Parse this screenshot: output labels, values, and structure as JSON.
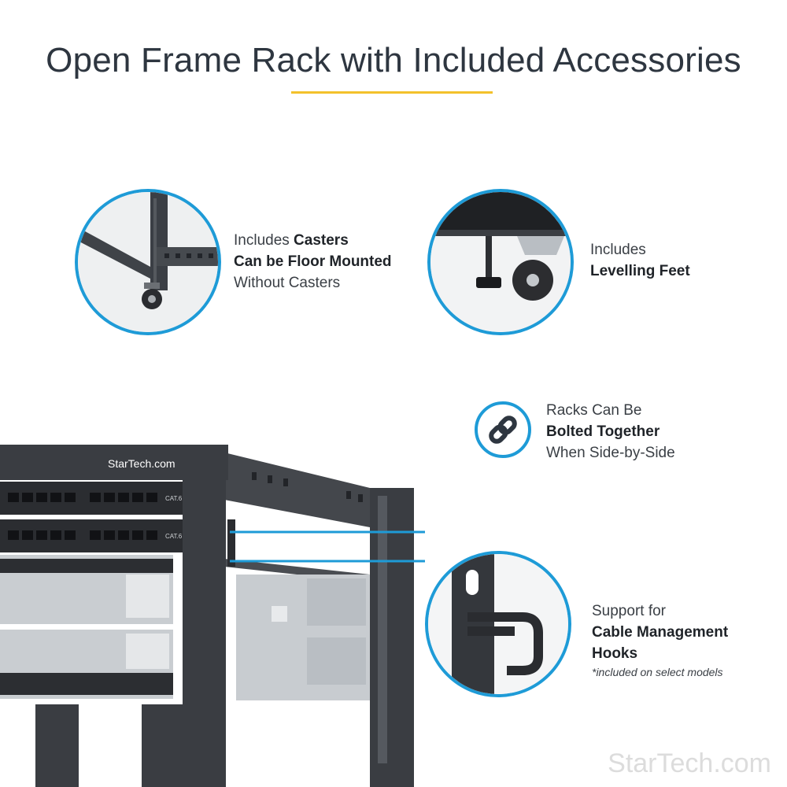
{
  "title": "Open Frame Rack with Included Accessories",
  "colors": {
    "accent_blue": "#1e9bd7",
    "underline_yellow": "#f3c12b",
    "rack_dark": "#3a3d42"
  },
  "callouts": {
    "casters": {
      "line1_pre": "Includes ",
      "line1_bold": "Casters",
      "line2": "Can be Floor Mounted",
      "line3": "Without Casters"
    },
    "feet": {
      "line1": "Includes",
      "line2": "Levelling Feet"
    },
    "bolted": {
      "line1": "Racks Can Be",
      "line2": "Bolted Together",
      "line3": "When Side-by-Side",
      "icon": "link-icon"
    },
    "hooks": {
      "line1": "Support for",
      "line2": "Cable Management",
      "line3": "Hooks",
      "note": "*included on select models"
    }
  },
  "panel_labels": {
    "cat6_top": "CAT.6",
    "cat6_bottom": "CAT.6"
  },
  "rack_logo": "StarTech.com",
  "watermark": "StarTech.com"
}
